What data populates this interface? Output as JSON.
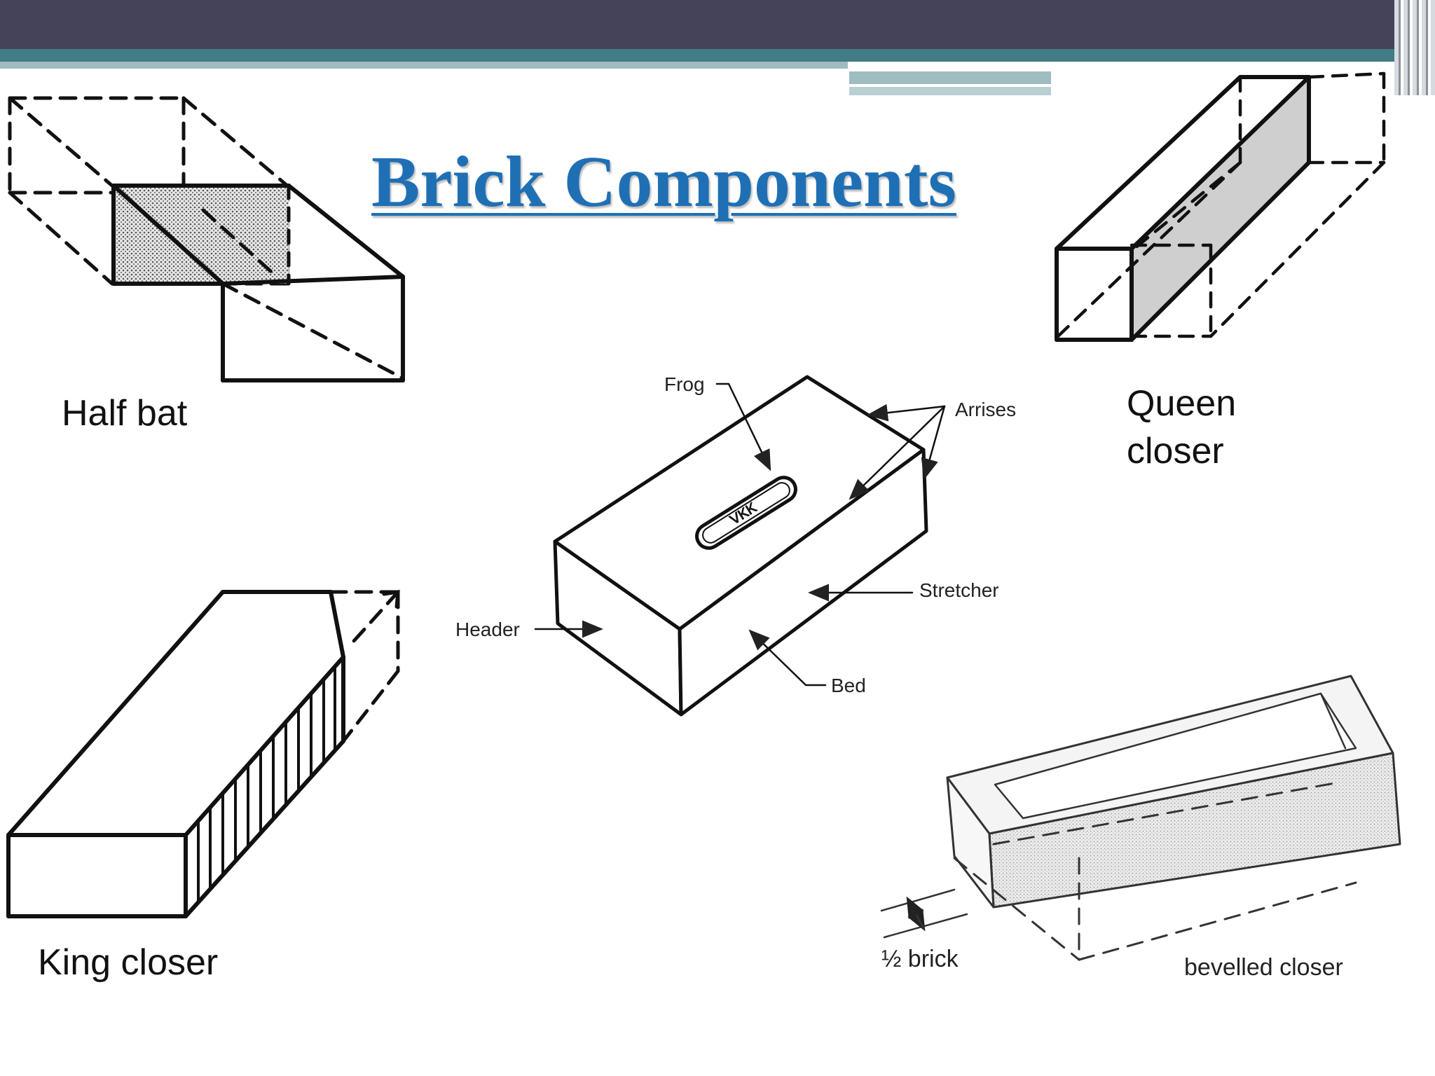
{
  "title": "Brick Components",
  "labels": {
    "half_bat": "Half bat",
    "queen_closer_1": "Queen",
    "queen_closer_2": "closer",
    "king_closer": "King closer"
  },
  "center_diagram": {
    "frog": "Frog",
    "frog_mark": "VKK",
    "arrises": "Arrises",
    "stretcher": "Stretcher",
    "header": "Header",
    "bed": "Bed"
  },
  "bevelled_diagram": {
    "dimension": "½ brick",
    "caption": "bevelled closer"
  },
  "colors": {
    "header_bar": "#44435a",
    "teal_band": "#427c84",
    "light_band": "#9fbcc0",
    "title": "#1f6fb5"
  }
}
